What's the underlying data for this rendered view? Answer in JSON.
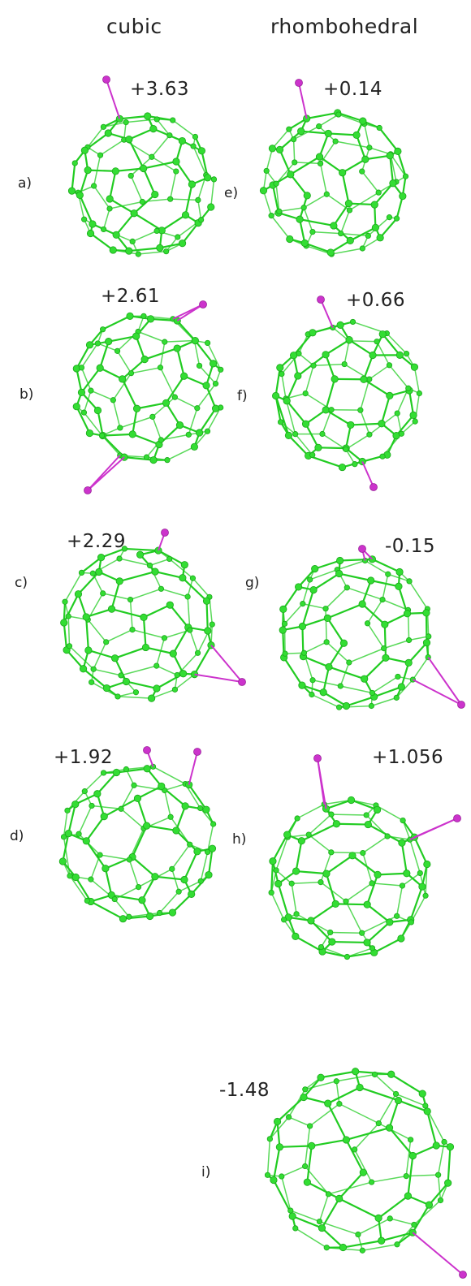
{
  "headers": {
    "cubic": "cubic",
    "rhombohedral": "rhombohedral"
  },
  "panels": [
    {
      "id": "a",
      "label": "a)",
      "energy": "+3.63",
      "adsorbates": 1,
      "attach": "top"
    },
    {
      "id": "b",
      "label": "b)",
      "energy": "+2.61",
      "adsorbates": 2,
      "attach": "bridge, opposite sides"
    },
    {
      "id": "c",
      "label": "c)",
      "energy": "+2.29",
      "adsorbates": 2,
      "attach": "top and side-bridge"
    },
    {
      "id": "d",
      "label": "d)",
      "energy": "+1.92",
      "adsorbates": 2,
      "attach": "two tops"
    },
    {
      "id": "e",
      "label": "e)",
      "energy": "+0.14",
      "adsorbates": 1,
      "attach": "top"
    },
    {
      "id": "f",
      "label": "f)",
      "energy": "+0.66",
      "adsorbates": 2,
      "attach": "top and bottom"
    },
    {
      "id": "g",
      "label": "g)",
      "energy": "-0.15",
      "adsorbates": 2,
      "attach": "bridge top and lower-right"
    },
    {
      "id": "h",
      "label": "h)",
      "energy": "+1.056",
      "adsorbates": 2,
      "attach": "bridge top-left and right"
    },
    {
      "id": "i",
      "label": "i)",
      "energy": "-1.48",
      "adsorbates": 1,
      "attach": "bottom-right"
    }
  ],
  "colors": {
    "cage": "#22cc22",
    "atom": "#33dd33",
    "adsorbate": "#cc33cc",
    "text": "#222222"
  }
}
